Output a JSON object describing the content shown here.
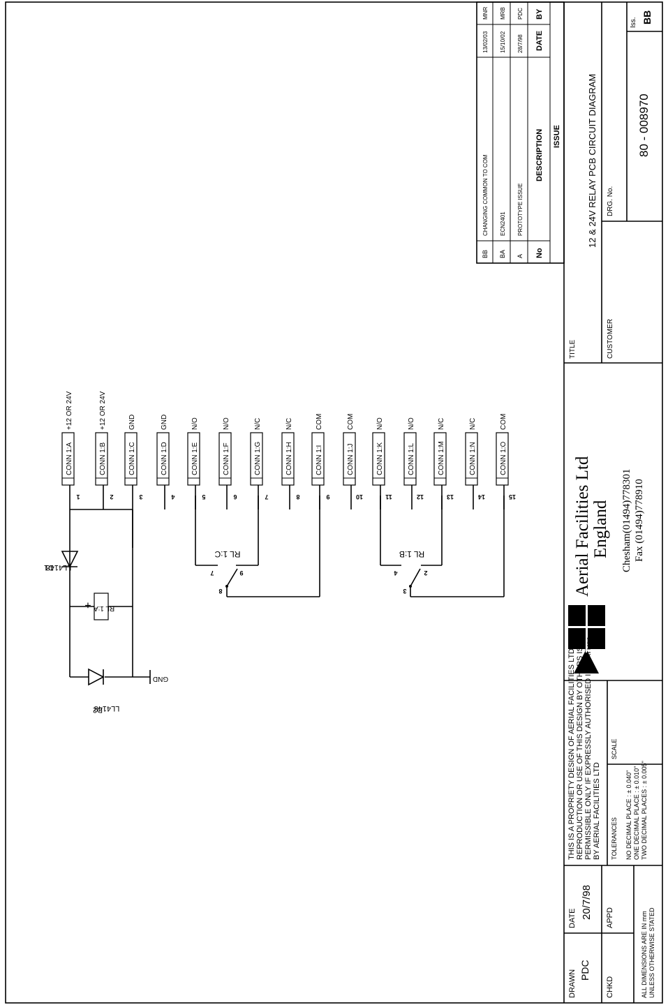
{
  "components": {
    "diode_d1": {
      "ref": "D1",
      "part": "LL4148"
    },
    "diode_d2": {
      "ref": "D2",
      "part": "LL4148"
    },
    "relay_coil": {
      "ref": "RL 1:A",
      "polarity": "+"
    },
    "relay_c": {
      "ref": "RL 1:C",
      "pins": [
        "7",
        "9",
        "8"
      ]
    },
    "relay_b": {
      "ref": "RL 1:B",
      "pins": [
        "4",
        "2",
        "3"
      ]
    },
    "gnd_symbol_label": "GND"
  },
  "connector_pins": [
    {
      "ref": "CONN 1:A",
      "pin": "1",
      "signal": "+12 OR 24V"
    },
    {
      "ref": "CONN 1:B",
      "pin": "2",
      "signal": "+12 OR 24V"
    },
    {
      "ref": "CONN 1:C",
      "pin": "3",
      "signal": "GND"
    },
    {
      "ref": "CONN 1:D",
      "pin": "4",
      "signal": "GND"
    },
    {
      "ref": "CONN 1:E",
      "pin": "5",
      "signal": "N/O"
    },
    {
      "ref": "CONN 1:F",
      "pin": "6",
      "signal": "N/O"
    },
    {
      "ref": "CONN 1:G",
      "pin": "7",
      "signal": "N/C"
    },
    {
      "ref": "CONN 1:H",
      "pin": "8",
      "signal": "N/C"
    },
    {
      "ref": "CONN 1:I",
      "pin": "9",
      "signal": "COM"
    },
    {
      "ref": "CONN 1:J",
      "pin": "10",
      "signal": "COM"
    },
    {
      "ref": "CONN 1:K",
      "pin": "11",
      "signal": "N/O"
    },
    {
      "ref": "CONN 1:L",
      "pin": "12",
      "signal": "N/O"
    },
    {
      "ref": "CONN 1:M",
      "pin": "13",
      "signal": "N/C"
    },
    {
      "ref": "CONN 1:N",
      "pin": "14",
      "signal": "N/C"
    },
    {
      "ref": "CONN 1:O",
      "pin": "15",
      "signal": "COM"
    }
  ],
  "title_block": {
    "drawn_label": "DRAWN",
    "drawn_value": "PDC",
    "date_label": "DATE",
    "date_value": "20/7/98",
    "chkd_label": "CHKD",
    "appd_label": "APPD",
    "dims_line1": "ALL DIMENSIONS ARE IN mm",
    "dims_line2": "UNLESS OTHERWISE STATED",
    "notice": [
      "THIS IS A PROPRIETY DESIGN OF AERIAL FACILITIES LTD",
      "REPRODUCTION OR USE OF THIS DESIGN BY OTHERS IS",
      "PERMISSIBLE ONLY IF EXPRESSLY AUTHORISED IN WRITING",
      "BY AERIAL FACILITIES LTD"
    ],
    "tolerances_label": "TOLERANCES",
    "tolerances": [
      "NO DECIMAL PLACE : ± 0.040\"",
      "ONE DECIMAL PLACE :  ± 0.010\"",
      "TWO DECIMAL PLACES : ± 0.005\""
    ],
    "scale_label": "SCALE",
    "company_name": "Aerial Facilities Ltd",
    "company_country": "England",
    "company_phone": "Chesham(01494)778301",
    "company_fax": "Fax (01494)778910",
    "title_label": "TITLE",
    "title": "12 & 24V RELAY PCB CIRCUIT DIAGRAM",
    "customer_label": "CUSTOMER",
    "drg_label": "DRG. No.",
    "drg_number": "80 - 008970",
    "iss_label": "Iss.",
    "iss_value": "BB"
  },
  "issue_table": {
    "title": "ISSUE",
    "headers": {
      "no": "No",
      "description": "DESCRIPTION",
      "date": "DATE",
      "by": "BY"
    },
    "rows": [
      {
        "no": "BB",
        "description": "CHANGING COMMON TO COM",
        "date": "13/02/03",
        "by": "MNR"
      },
      {
        "no": "BA",
        "description": "ECN2401",
        "date": "15/10/02",
        "by": "MRB"
      },
      {
        "no": "A",
        "description": "PROTOTYPE ISSUE",
        "date": "28/7/98",
        "by": "PDC"
      }
    ]
  }
}
